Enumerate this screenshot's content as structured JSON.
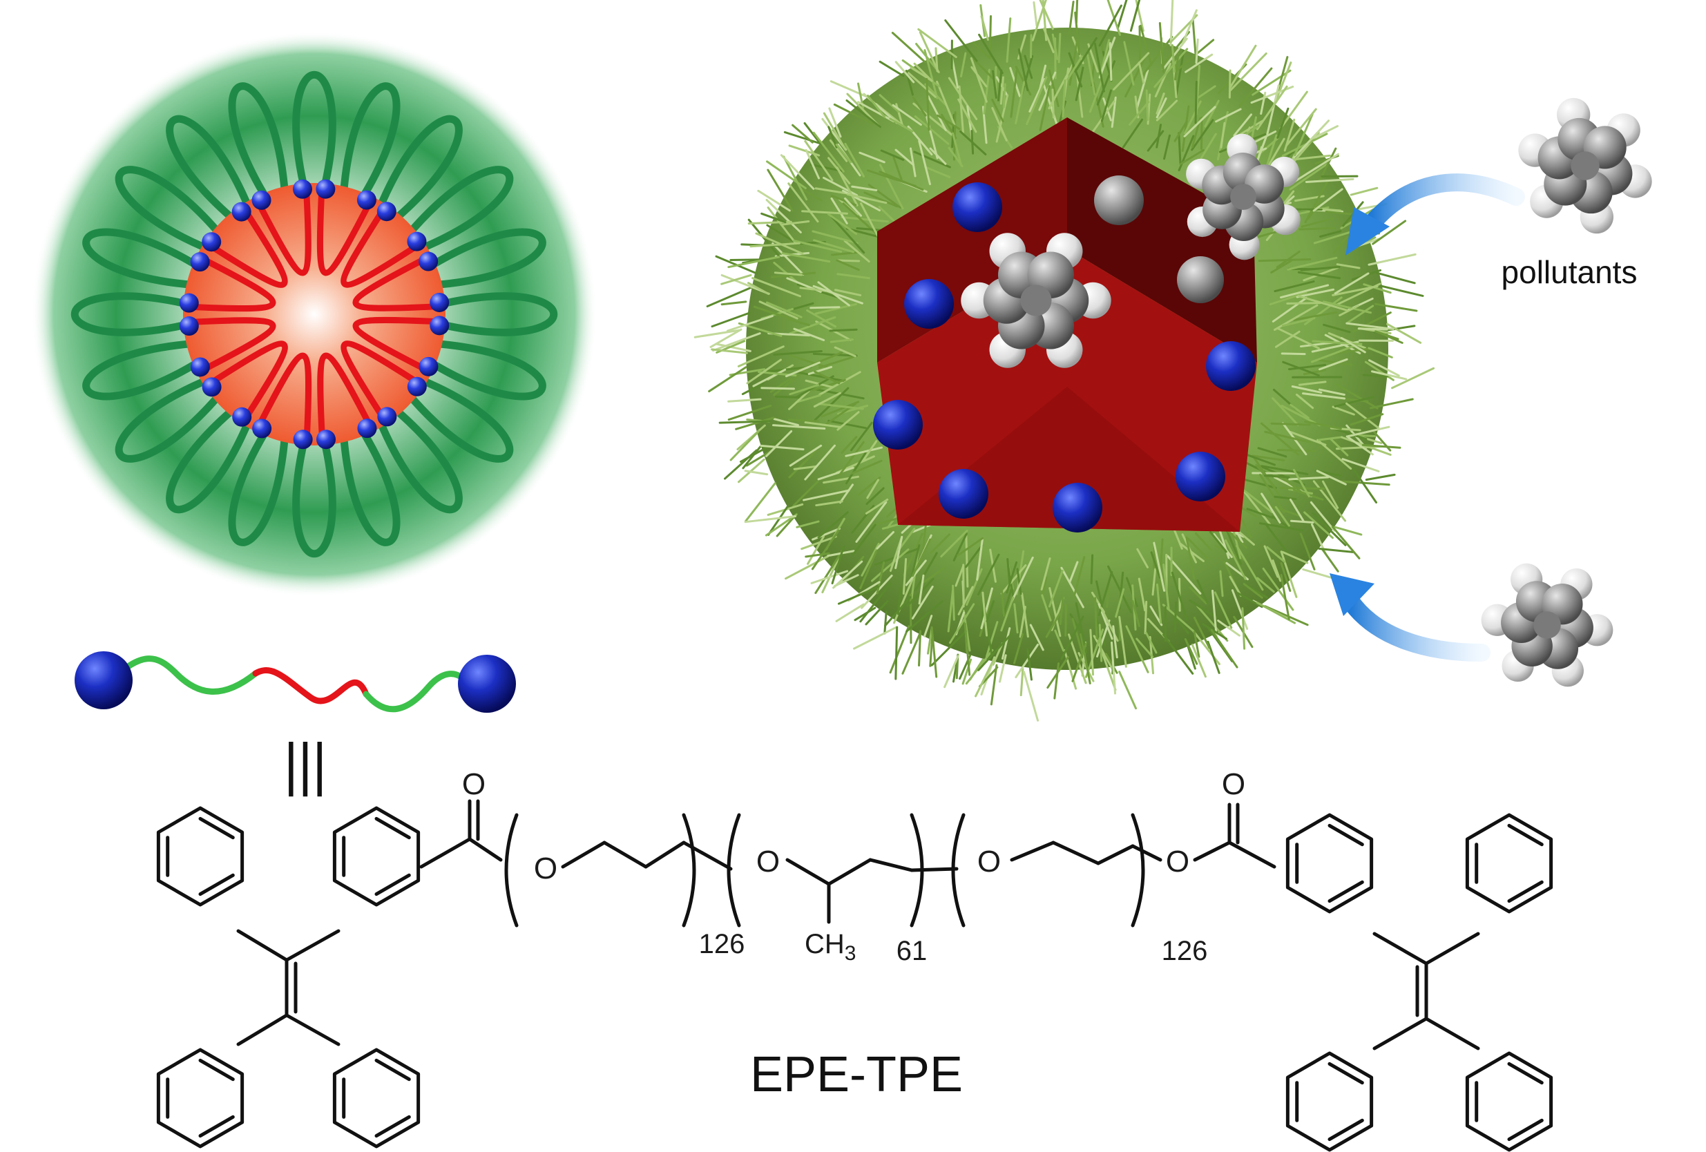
{
  "labels": {
    "pollutants": "pollutants",
    "equivalence": "|||",
    "polymer_name": "EPE-TPE"
  },
  "structure": {
    "carbonyl_left": "O",
    "carbonyl_right": "O",
    "oxygen_left": "O",
    "oxygen_mid": "O",
    "oxygen_mid2": "O",
    "oxygen_right": "O",
    "repeat_peo_left": "126",
    "methyl": "CH",
    "methyl_sub": "3",
    "repeat_ppo": "61",
    "repeat_peo_right": "126"
  },
  "colors": {
    "corona_green": "#1f8a48",
    "core_red": "#ee5a33",
    "bead_blue": "#1a2fb8",
    "cube_red": "#8e0c0c",
    "arrow_blue": "#3c95e6"
  }
}
